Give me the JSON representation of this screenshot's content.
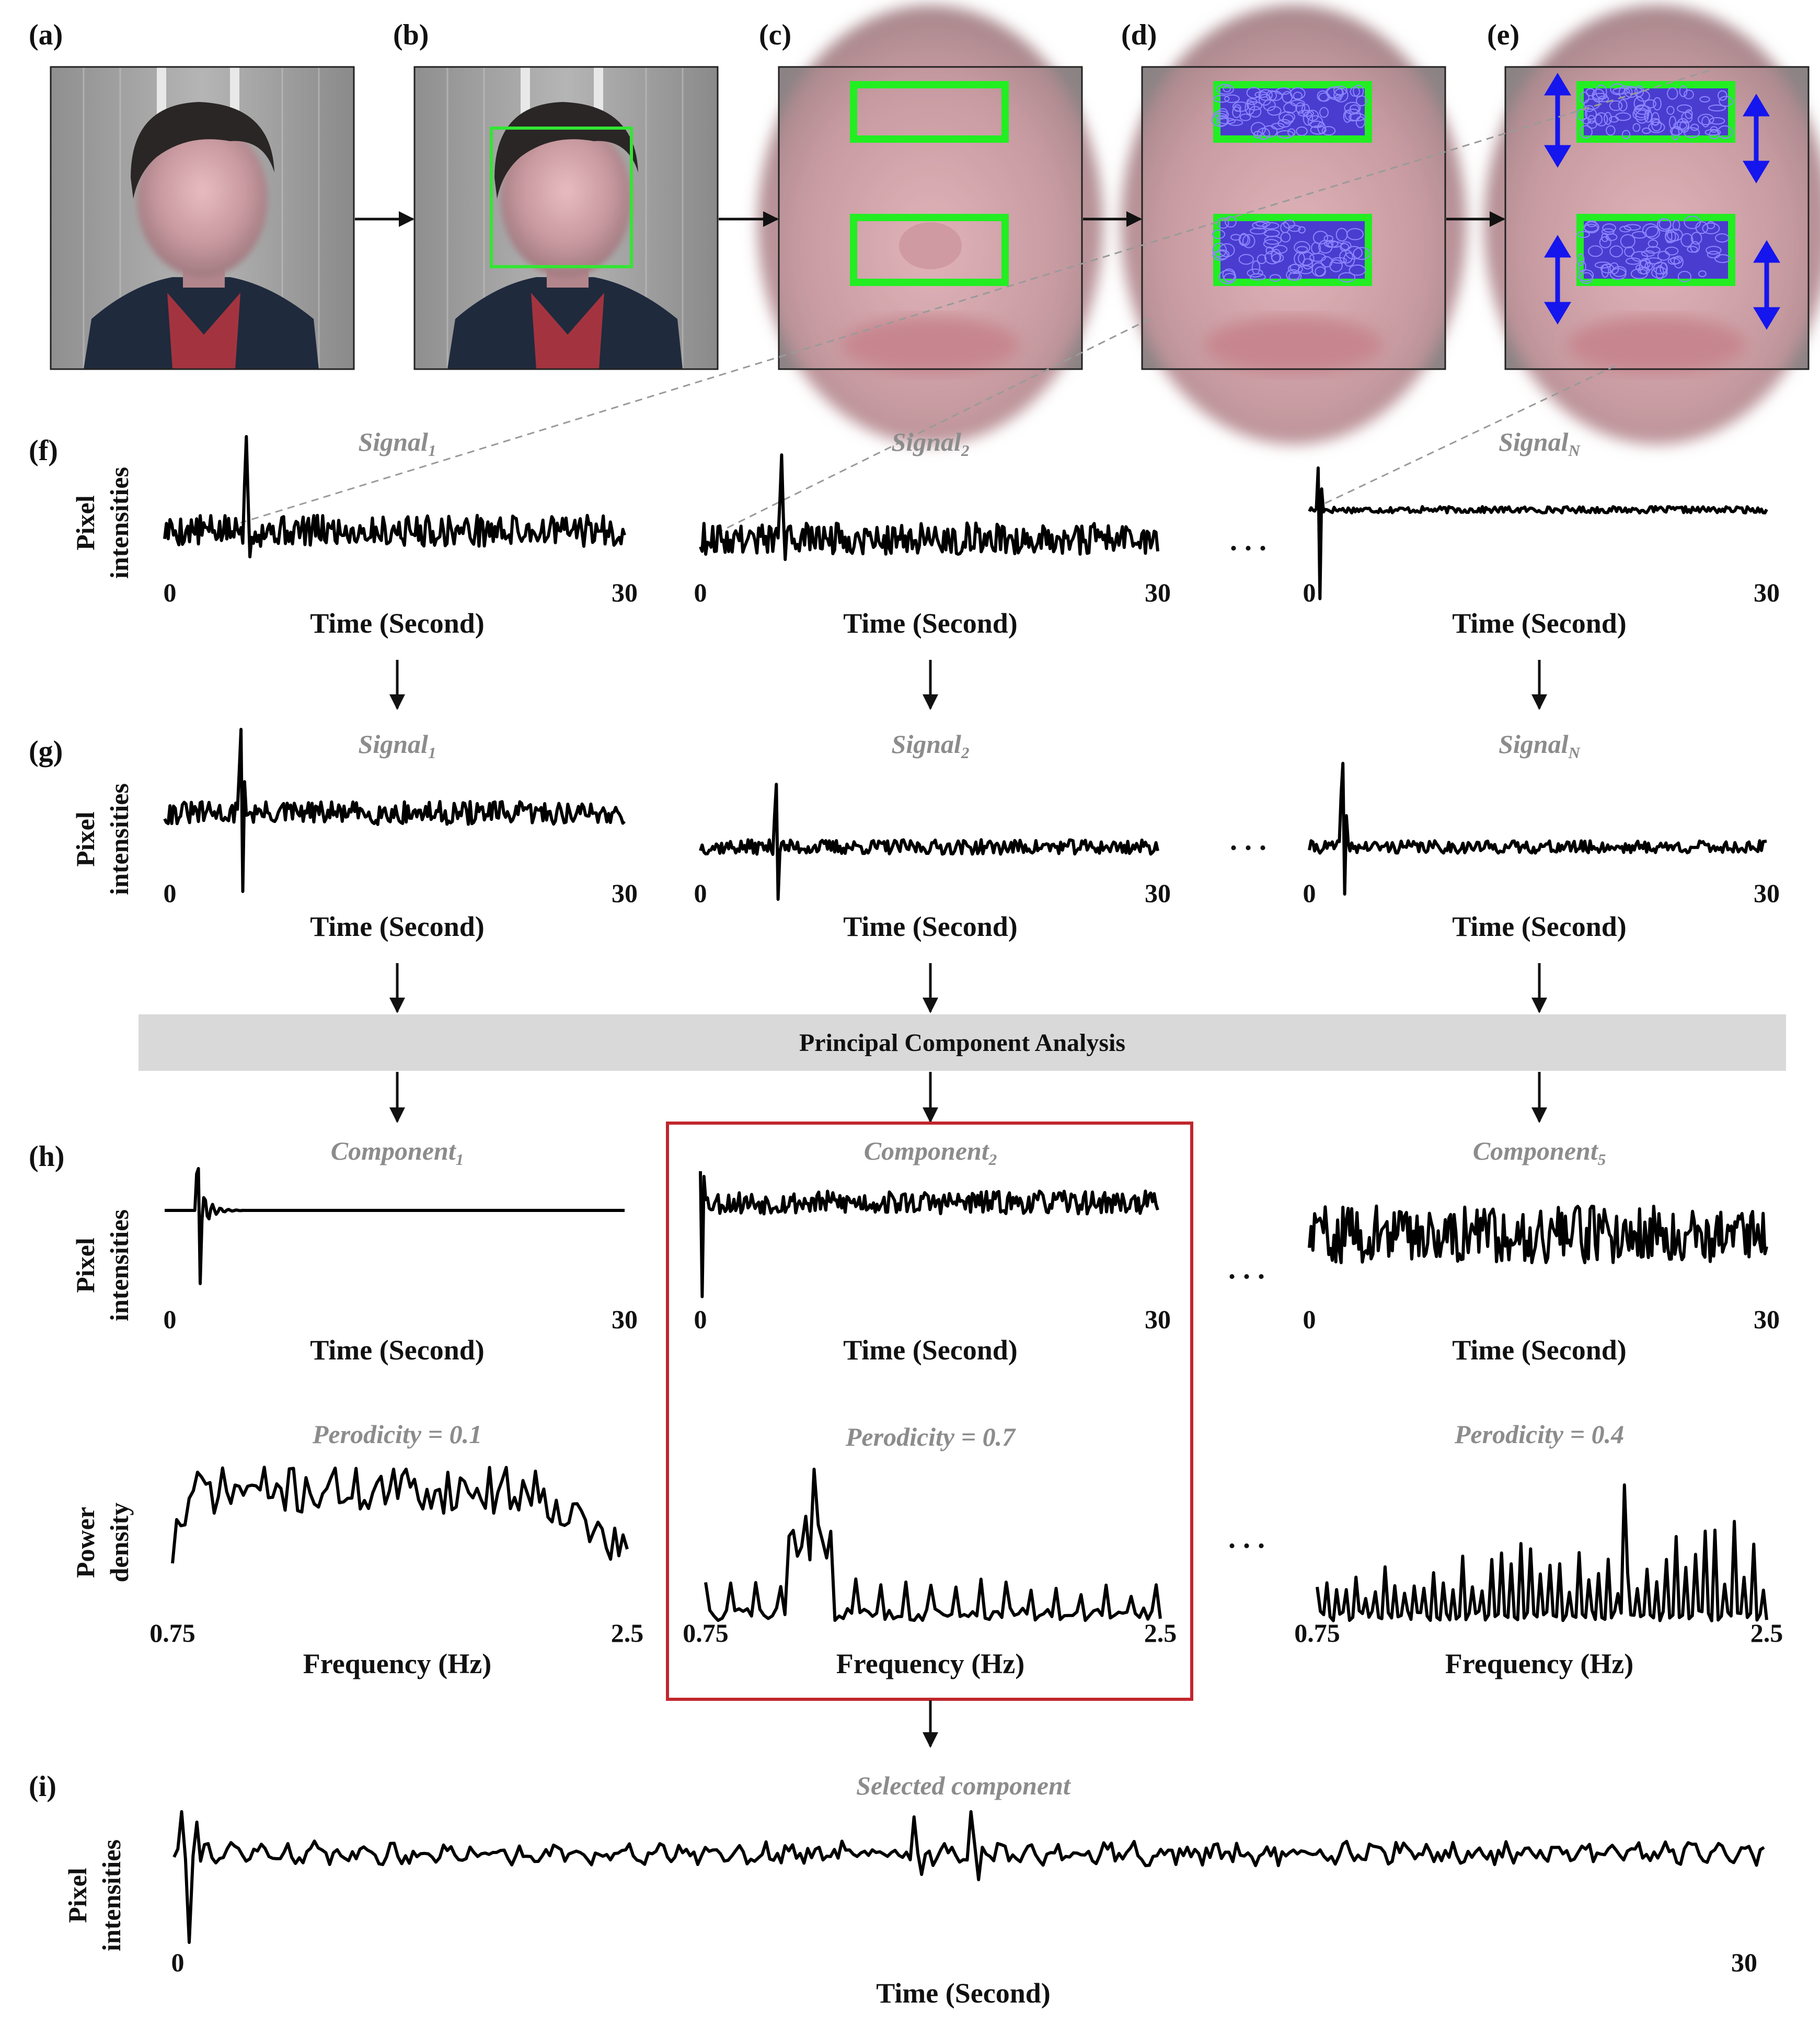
{
  "panel_labels": [
    "(a)",
    "(b)",
    "(c)",
    "(d)",
    "(e)",
    "(f)",
    "(g)",
    "(h)",
    "(i)"
  ],
  "pixel_intensities_label": [
    "Pixel",
    "intensities"
  ],
  "power_density_label": [
    "Power",
    "density"
  ],
  "time_axis_label": "Time (Second)",
  "freq_axis_label": "Frequency (Hz)",
  "time_ticks": [
    "0",
    "30"
  ],
  "freq_ticks": [
    "0.75",
    "2.5"
  ],
  "ellipsis": ". . .",
  "pca_label": "Principal Component Analysis",
  "signal_titles": [
    {
      "base": "Signal",
      "sub": "1"
    },
    {
      "base": "Signal",
      "sub": "2"
    },
    {
      "base": "Signal",
      "sub": "N"
    }
  ],
  "component_titles": [
    {
      "base": "Component",
      "sub": "1"
    },
    {
      "base": "Component",
      "sub": "2"
    },
    {
      "base": "Component",
      "sub": "5"
    }
  ],
  "periodicity_labels": [
    "Perodicity = 0.1",
    "Perodicity = 0.7",
    "Perodicity = 0.4"
  ],
  "selected_title": "Selected component",
  "colors": {
    "roi_green": "#22ee22",
    "point_blue": "#1a1aff",
    "arrow_blue": "#1515ee",
    "pca_band": "#d9d9d9",
    "highlight_box": "#c0272d",
    "trace": "#000000",
    "title_gray": "#8c8c8c"
  },
  "icons": [
    "face-photo",
    "face-detection-box",
    "roi-rectangles",
    "tracked-points",
    "motion-arrows",
    "flow-arrow"
  ]
}
